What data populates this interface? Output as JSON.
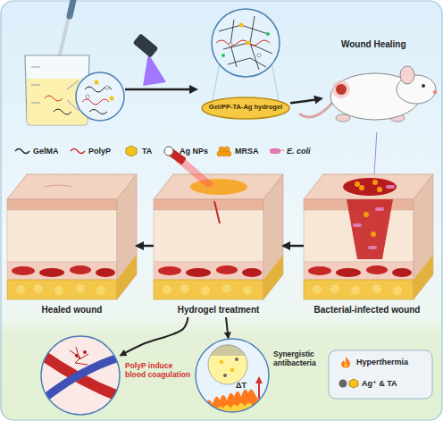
{
  "diagram": {
    "nodes": [
      {
        "text": [
          "Gel/PP-TA-Ag hydrogel"
        ]
      },
      {
        "text": [
          "Wound Healing"
        ]
      },
      {
        "text": [
          "Healed wound"
        ]
      },
      {
        "text": [
          "Hydrogel treatment"
        ]
      },
      {
        "text": [
          "Bacterial-infected wound"
        ]
      },
      {
        "text": [
          "PolyP induce blood coagulation"
        ]
      },
      {
        "text": [
          "Synergistic antibacteria",
          "ΔT"
        ]
      }
    ],
    "edges": [
      {
        "from": 0,
        "to": 1,
        "arrow": "to"
      },
      {
        "from": 1,
        "to": 4,
        "arrow": "none"
      },
      {
        "from": 4,
        "to": 3,
        "arrow": "to"
      },
      {
        "from": 3,
        "to": 2,
        "arrow": "to"
      },
      {
        "from": 3,
        "to": 5,
        "arrow": "to"
      },
      {
        "from": 3,
        "to": 6,
        "arrow": "to"
      }
    ],
    "legend": [
      {
        "text": "GelMA"
      },
      {
        "text": "PolyP"
      },
      {
        "text": "TA"
      },
      {
        "text": "Ag NPs"
      },
      {
        "text": "MRSA"
      },
      {
        "text": "E. coli"
      },
      {
        "text": "Hyperthermia"
      },
      {
        "text": "Ag⁺ & TA"
      }
    ]
  }
}
